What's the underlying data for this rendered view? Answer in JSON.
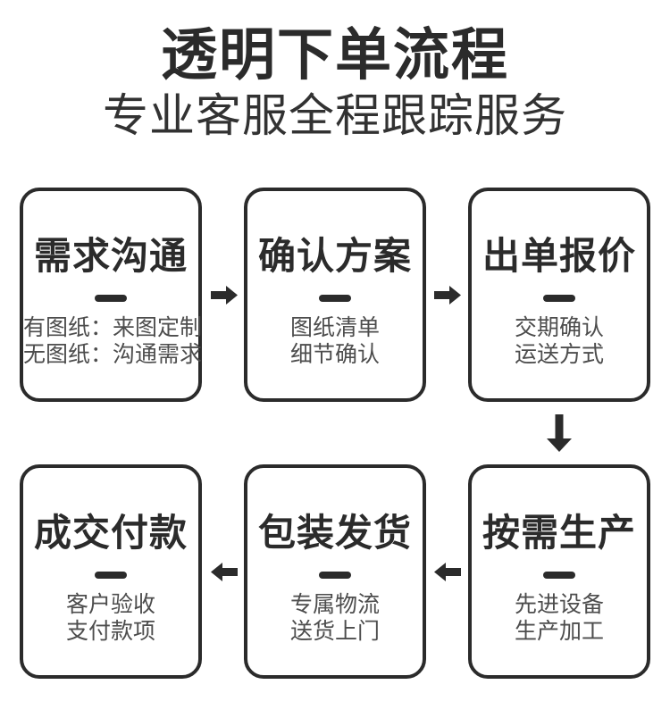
{
  "header": {
    "title": "透明下单流程",
    "subtitle": "专业客服全程跟踪服务"
  },
  "colors": {
    "ink": "#2b2b2b",
    "detail_text": "#4d4d4d",
    "background": "#ffffff"
  },
  "flow": {
    "steps": [
      {
        "title": "需求沟通",
        "details": [
          "有图纸：来图定制",
          "无图纸：沟通需求"
        ]
      },
      {
        "title": "确认方案",
        "details": [
          "图纸清单",
          "细节确认"
        ]
      },
      {
        "title": "出单报价",
        "details": [
          "交期确认",
          "运送方式"
        ]
      },
      {
        "title": "按需生产",
        "details": [
          "先进设备",
          "生产加工"
        ]
      },
      {
        "title": "包装发货",
        "details": [
          "专属物流",
          "送货上门"
        ]
      },
      {
        "title": "成交付款",
        "details": [
          "客户验收",
          "支付款项"
        ]
      }
    ],
    "arrows": [
      {
        "direction": "right",
        "from": "需求沟通",
        "to": "确认方案"
      },
      {
        "direction": "right",
        "from": "确认方案",
        "to": "出单报价"
      },
      {
        "direction": "down",
        "from": "出单报价",
        "to": "按需生产"
      },
      {
        "direction": "left",
        "from": "按需生产",
        "to": "包装发货"
      },
      {
        "direction": "left",
        "from": "包装发货",
        "to": "成交付款"
      }
    ]
  }
}
